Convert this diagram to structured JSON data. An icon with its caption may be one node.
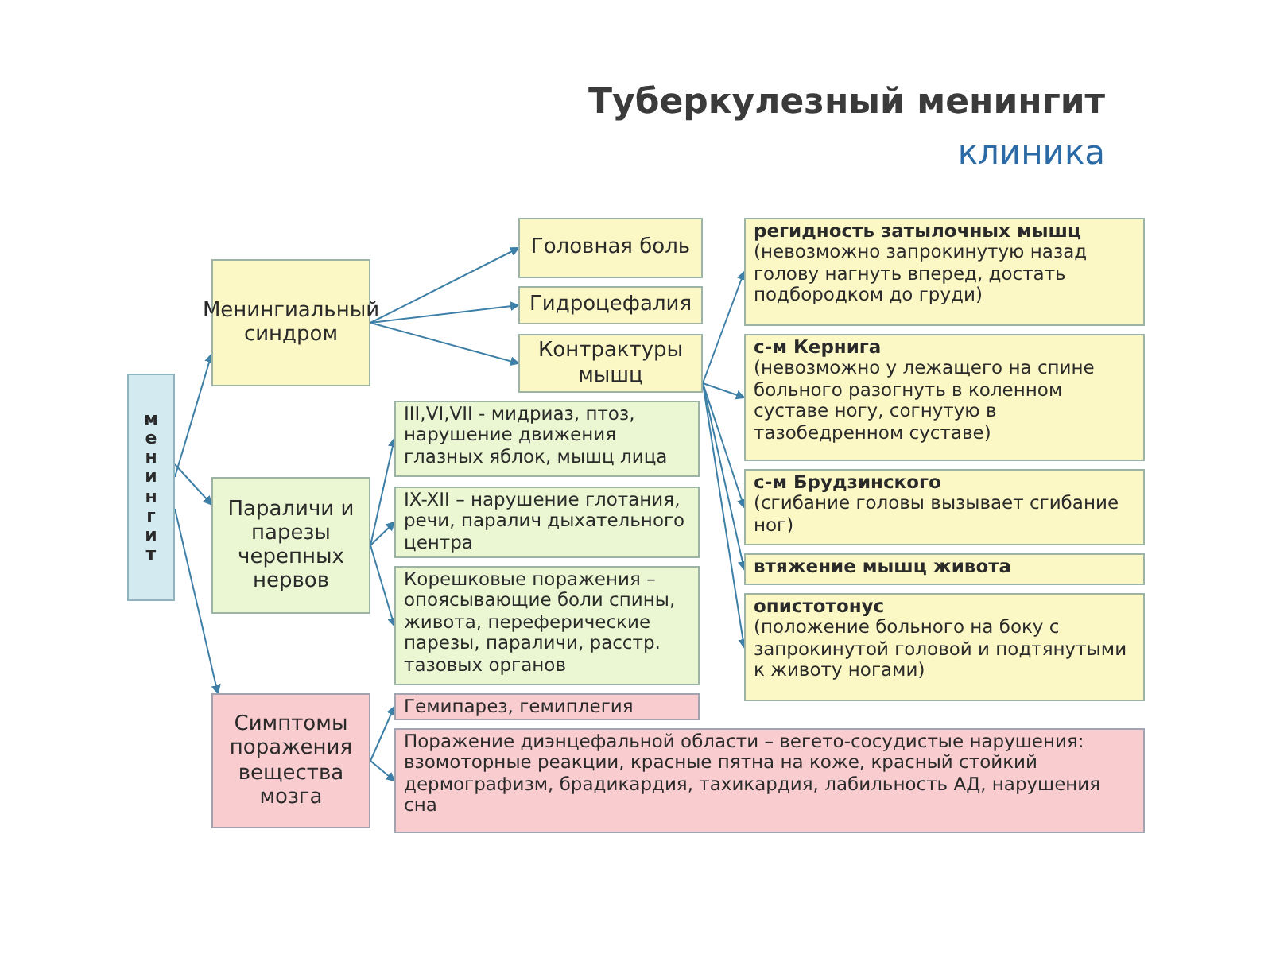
{
  "diagram": {
    "title": "Туберкулезный менингит",
    "nodes": [
      {
        "text": [
          "менингит"
        ]
      },
      {
        "text": [
          "Менингиальный синдром"
        ]
      },
      {
        "text": [
          "Головная боль"
        ]
      },
      {
        "text": [
          "Гидроцефалия"
        ]
      },
      {
        "text": [
          "Контрактуры мышц"
        ]
      },
      {
        "text": [
          "регидность затылочных мышц",
          "(невозможно запрокинутую назад голову нагнуть вперед, достать подбородком до груди)"
        ]
      },
      {
        "text": [
          "с-м Кернига",
          "(невозможно у лежащего на спине больного разогнуть в коленном суставе ногу, согнутую в тазобедренном суставе)"
        ]
      },
      {
        "text": [
          "с-м Брудзинского",
          "(сгибание головы вызывает сгибание ног)"
        ]
      },
      {
        "text": [
          "втяжение мышц живота"
        ]
      },
      {
        "text": [
          "опистотонус",
          "(положение больного на боку с запрокинутой головой и подтянутыми к животу ногами)"
        ]
      },
      {
        "text": [
          "Параличи и парезы черепных нервов"
        ]
      },
      {
        "text": [
          "III,VI,VII - мидриаз, птоз, нарушение движения глазных яблок, мышц лица"
        ]
      },
      {
        "text": [
          "IX-XII – нарушение глотания, речи, паралич дыхательного центра"
        ]
      },
      {
        "text": [
          "Корешковые поражения – опоясывающие боли спины, живота, переферические парезы, параличи, расстр. тазовых органов"
        ]
      },
      {
        "text": [
          "Симптомы поражения вещества мозга"
        ]
      },
      {
        "text": [
          "Гемипарез, гемиплегия"
        ]
      },
      {
        "text": [
          "Поражение диэнцефальной области – вегето-сосудистые нарушения: взомоторные реакции, красные пятна на коже, красный стойкий дермографизм, брадикардия, тахикардия, лабильность АД, нарушения сна"
        ]
      }
    ],
    "edges": [
      {
        "from": 0,
        "to": 1,
        "arrow": "to"
      },
      {
        "from": 0,
        "to": 10,
        "arrow": "to"
      },
      {
        "from": 0,
        "to": 14,
        "arrow": "to"
      },
      {
        "from": 1,
        "to": 2,
        "arrow": "to"
      },
      {
        "from": 1,
        "to": 3,
        "arrow": "to"
      },
      {
        "from": 1,
        "to": 4,
        "arrow": "to"
      },
      {
        "from": 4,
        "to": 5,
        "arrow": "to"
      },
      {
        "from": 4,
        "to": 6,
        "arrow": "to"
      },
      {
        "from": 4,
        "to": 7,
        "arrow": "to"
      },
      {
        "from": 4,
        "to": 8,
        "arrow": "to"
      },
      {
        "from": 4,
        "to": 9,
        "arrow": "to"
      },
      {
        "from": 10,
        "to": 11,
        "arrow": "to"
      },
      {
        "from": 10,
        "to": 12,
        "arrow": "to"
      },
      {
        "from": 10,
        "to": 13,
        "arrow": "to"
      },
      {
        "from": 14,
        "to": 15,
        "arrow": "to"
      },
      {
        "from": 14,
        "to": 16,
        "arrow": "to"
      }
    ],
    "labels": [
      "клиника"
    ]
  }
}
